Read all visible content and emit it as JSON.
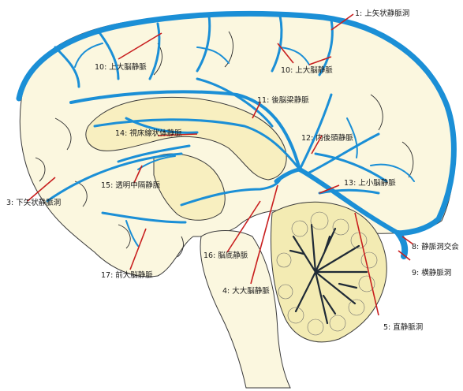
{
  "labels": [
    {
      "id": "1",
      "text": "1: 上矢状静脈洞"
    },
    {
      "id": "10a",
      "text": "10: 上大脳静脈"
    },
    {
      "id": "10b",
      "text": "10: 上大脳静脈"
    },
    {
      "id": "11",
      "text": "11: 後脳梁静脈"
    },
    {
      "id": "14",
      "text": "14: 視床線状体静脈"
    },
    {
      "id": "12",
      "text": "12: 内後頭静脈"
    },
    {
      "id": "13",
      "text": "13: 上小脳静脈"
    },
    {
      "id": "15",
      "text": "15: 透明中隔静脈"
    },
    {
      "id": "3",
      "text": "3: 下矢状静脈洞"
    },
    {
      "id": "8",
      "text": "8: 静脈洞交会"
    },
    {
      "id": "9",
      "text": "9: 横静脈洞"
    },
    {
      "id": "16",
      "text": "16: 脳底静脈"
    },
    {
      "id": "17",
      "text": "17: 前大脳静脈"
    },
    {
      "id": "4",
      "text": "4: 大大脳静脈"
    },
    {
      "id": "5",
      "text": "5: 直静脈洞"
    }
  ],
  "colors": {
    "vein": "#1b8fd6",
    "leader": "#c81e1e",
    "cortex": "#fbf7df",
    "deep": "#f8efc0",
    "cerebellum": "#f3ebb3"
  }
}
